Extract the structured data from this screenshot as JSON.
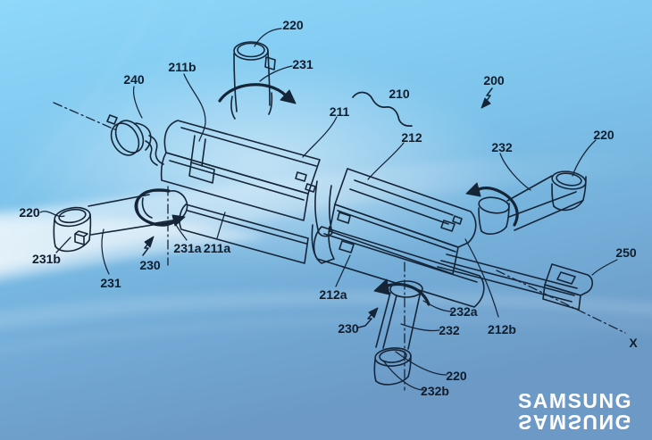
{
  "background": {
    "gradient_top": "#8ed8fb",
    "gradient_mid": "#7cc2ea",
    "gradient_bottom": "#6c99c6",
    "wave_highlight": "#ffffff"
  },
  "branding": {
    "logo": "SAMSUNG",
    "logo_color": "#ffffff"
  },
  "figure": {
    "kind": "patent-line-drawing-foldable-drone-isometric",
    "line_color": "#152538",
    "labels": [
      {
        "name": "rotor-mount-top",
        "text": "220"
      },
      {
        "name": "arm-top",
        "text": "231"
      },
      {
        "name": "first-body-front",
        "text": "211b"
      },
      {
        "name": "camera-module",
        "text": "240"
      },
      {
        "name": "main-body",
        "text": "210"
      },
      {
        "name": "drone-assembly",
        "text": "200"
      },
      {
        "name": "first-body",
        "text": "211"
      },
      {
        "name": "second-body",
        "text": "212"
      },
      {
        "name": "arm-right",
        "text": "232"
      },
      {
        "name": "rotor-mount-right",
        "text": "220"
      },
      {
        "name": "rotor-mount-left",
        "text": "220"
      },
      {
        "name": "arm-left-end",
        "text": "231b"
      },
      {
        "name": "arm-left",
        "text": "231"
      },
      {
        "name": "actuator-left",
        "text": "230"
      },
      {
        "name": "arm-left-pivot",
        "text": "231a"
      },
      {
        "name": "first-body-lower",
        "text": "211a"
      },
      {
        "name": "second-body-lower",
        "text": "212a"
      },
      {
        "name": "actuator-bottom",
        "text": "230"
      },
      {
        "name": "arm-bottom-pivot",
        "text": "232a"
      },
      {
        "name": "arm-bottom",
        "text": "232"
      },
      {
        "name": "second-body-rear",
        "text": "212b"
      },
      {
        "name": "rotor-mount-bottom",
        "text": "220"
      },
      {
        "name": "arm-bottom-end",
        "text": "232b"
      },
      {
        "name": "rail-module",
        "text": "250"
      },
      {
        "name": "axis-x",
        "text": "X"
      }
    ]
  }
}
